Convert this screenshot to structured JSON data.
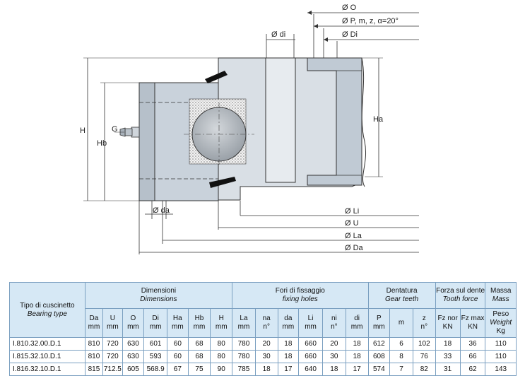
{
  "drawing": {
    "labels": {
      "o": "Ø O",
      "p": "Ø P, m, z, α=20°",
      "di_top": "Ø Di",
      "di_small": "Ø di",
      "h": "H",
      "hb": "Hb",
      "g": "G",
      "ha": "Ha",
      "da_small": "Ø da",
      "li": "Ø Li",
      "u": "Ø U",
      "la": "Ø La",
      "da_big": "Ø Da"
    }
  },
  "table": {
    "groups": {
      "type": {
        "it": "Tipo di cuscinetto",
        "en": "Bearing type"
      },
      "dimensions": {
        "it": "Dimensioni",
        "en": "Dimensions"
      },
      "holes": {
        "it": "Fori di fissaggio",
        "en": "fixing holes"
      },
      "teeth": {
        "it": "Dentatura",
        "en": "Gear teeth"
      },
      "force": {
        "it": "Forza sul dente",
        "en": "Tooth force"
      },
      "mass": {
        "it": "Massa",
        "en": "Mass"
      }
    },
    "subheaders": [
      {
        "top": "Da",
        "bottom": "mm"
      },
      {
        "top": "U",
        "bottom": "mm"
      },
      {
        "top": "O",
        "bottom": "mm"
      },
      {
        "top": "Di",
        "bottom": "mm"
      },
      {
        "top": "Ha",
        "bottom": "mm"
      },
      {
        "top": "Hb",
        "bottom": "mm"
      },
      {
        "top": "H",
        "bottom": "mm"
      },
      {
        "top": "La",
        "bottom": "mm"
      },
      {
        "top": "na",
        "bottom": "n°"
      },
      {
        "top": "da",
        "bottom": "mm"
      },
      {
        "top": "Li",
        "bottom": "mm"
      },
      {
        "top": "ni",
        "bottom": "n°"
      },
      {
        "top": "di",
        "bottom": "mm"
      },
      {
        "top": "P",
        "bottom": "mm"
      },
      {
        "top": "m",
        "bottom": ""
      },
      {
        "top": "z",
        "bottom": "n°"
      },
      {
        "top": "Fz nor",
        "bottom": "KN"
      },
      {
        "top": "Fz max",
        "bottom": "KN"
      }
    ],
    "mass_header": {
      "top": "Peso",
      "mid": "Weight",
      "bottom": "Kg"
    },
    "rows": [
      {
        "name": "I.810.32.00.D.1",
        "values": [
          "810",
          "720",
          "630",
          "601",
          "60",
          "68",
          "80",
          "780",
          "20",
          "18",
          "660",
          "20",
          "18",
          "612",
          "6",
          "102",
          "18",
          "36",
          "110"
        ]
      },
      {
        "name": "I.815.32.10.D.1",
        "values": [
          "810",
          "720",
          "630",
          "593",
          "60",
          "68",
          "80",
          "780",
          "30",
          "18",
          "660",
          "30",
          "18",
          "608",
          "8",
          "76",
          "33",
          "66",
          "110"
        ]
      },
      {
        "name": "I.816.32.10.D.1",
        "values": [
          "815",
          "712.5",
          "605",
          "568.9",
          "67",
          "75",
          "90",
          "785",
          "18",
          "17",
          "640",
          "18",
          "17",
          "574",
          "7",
          "82",
          "31",
          "62",
          "143"
        ]
      }
    ]
  }
}
